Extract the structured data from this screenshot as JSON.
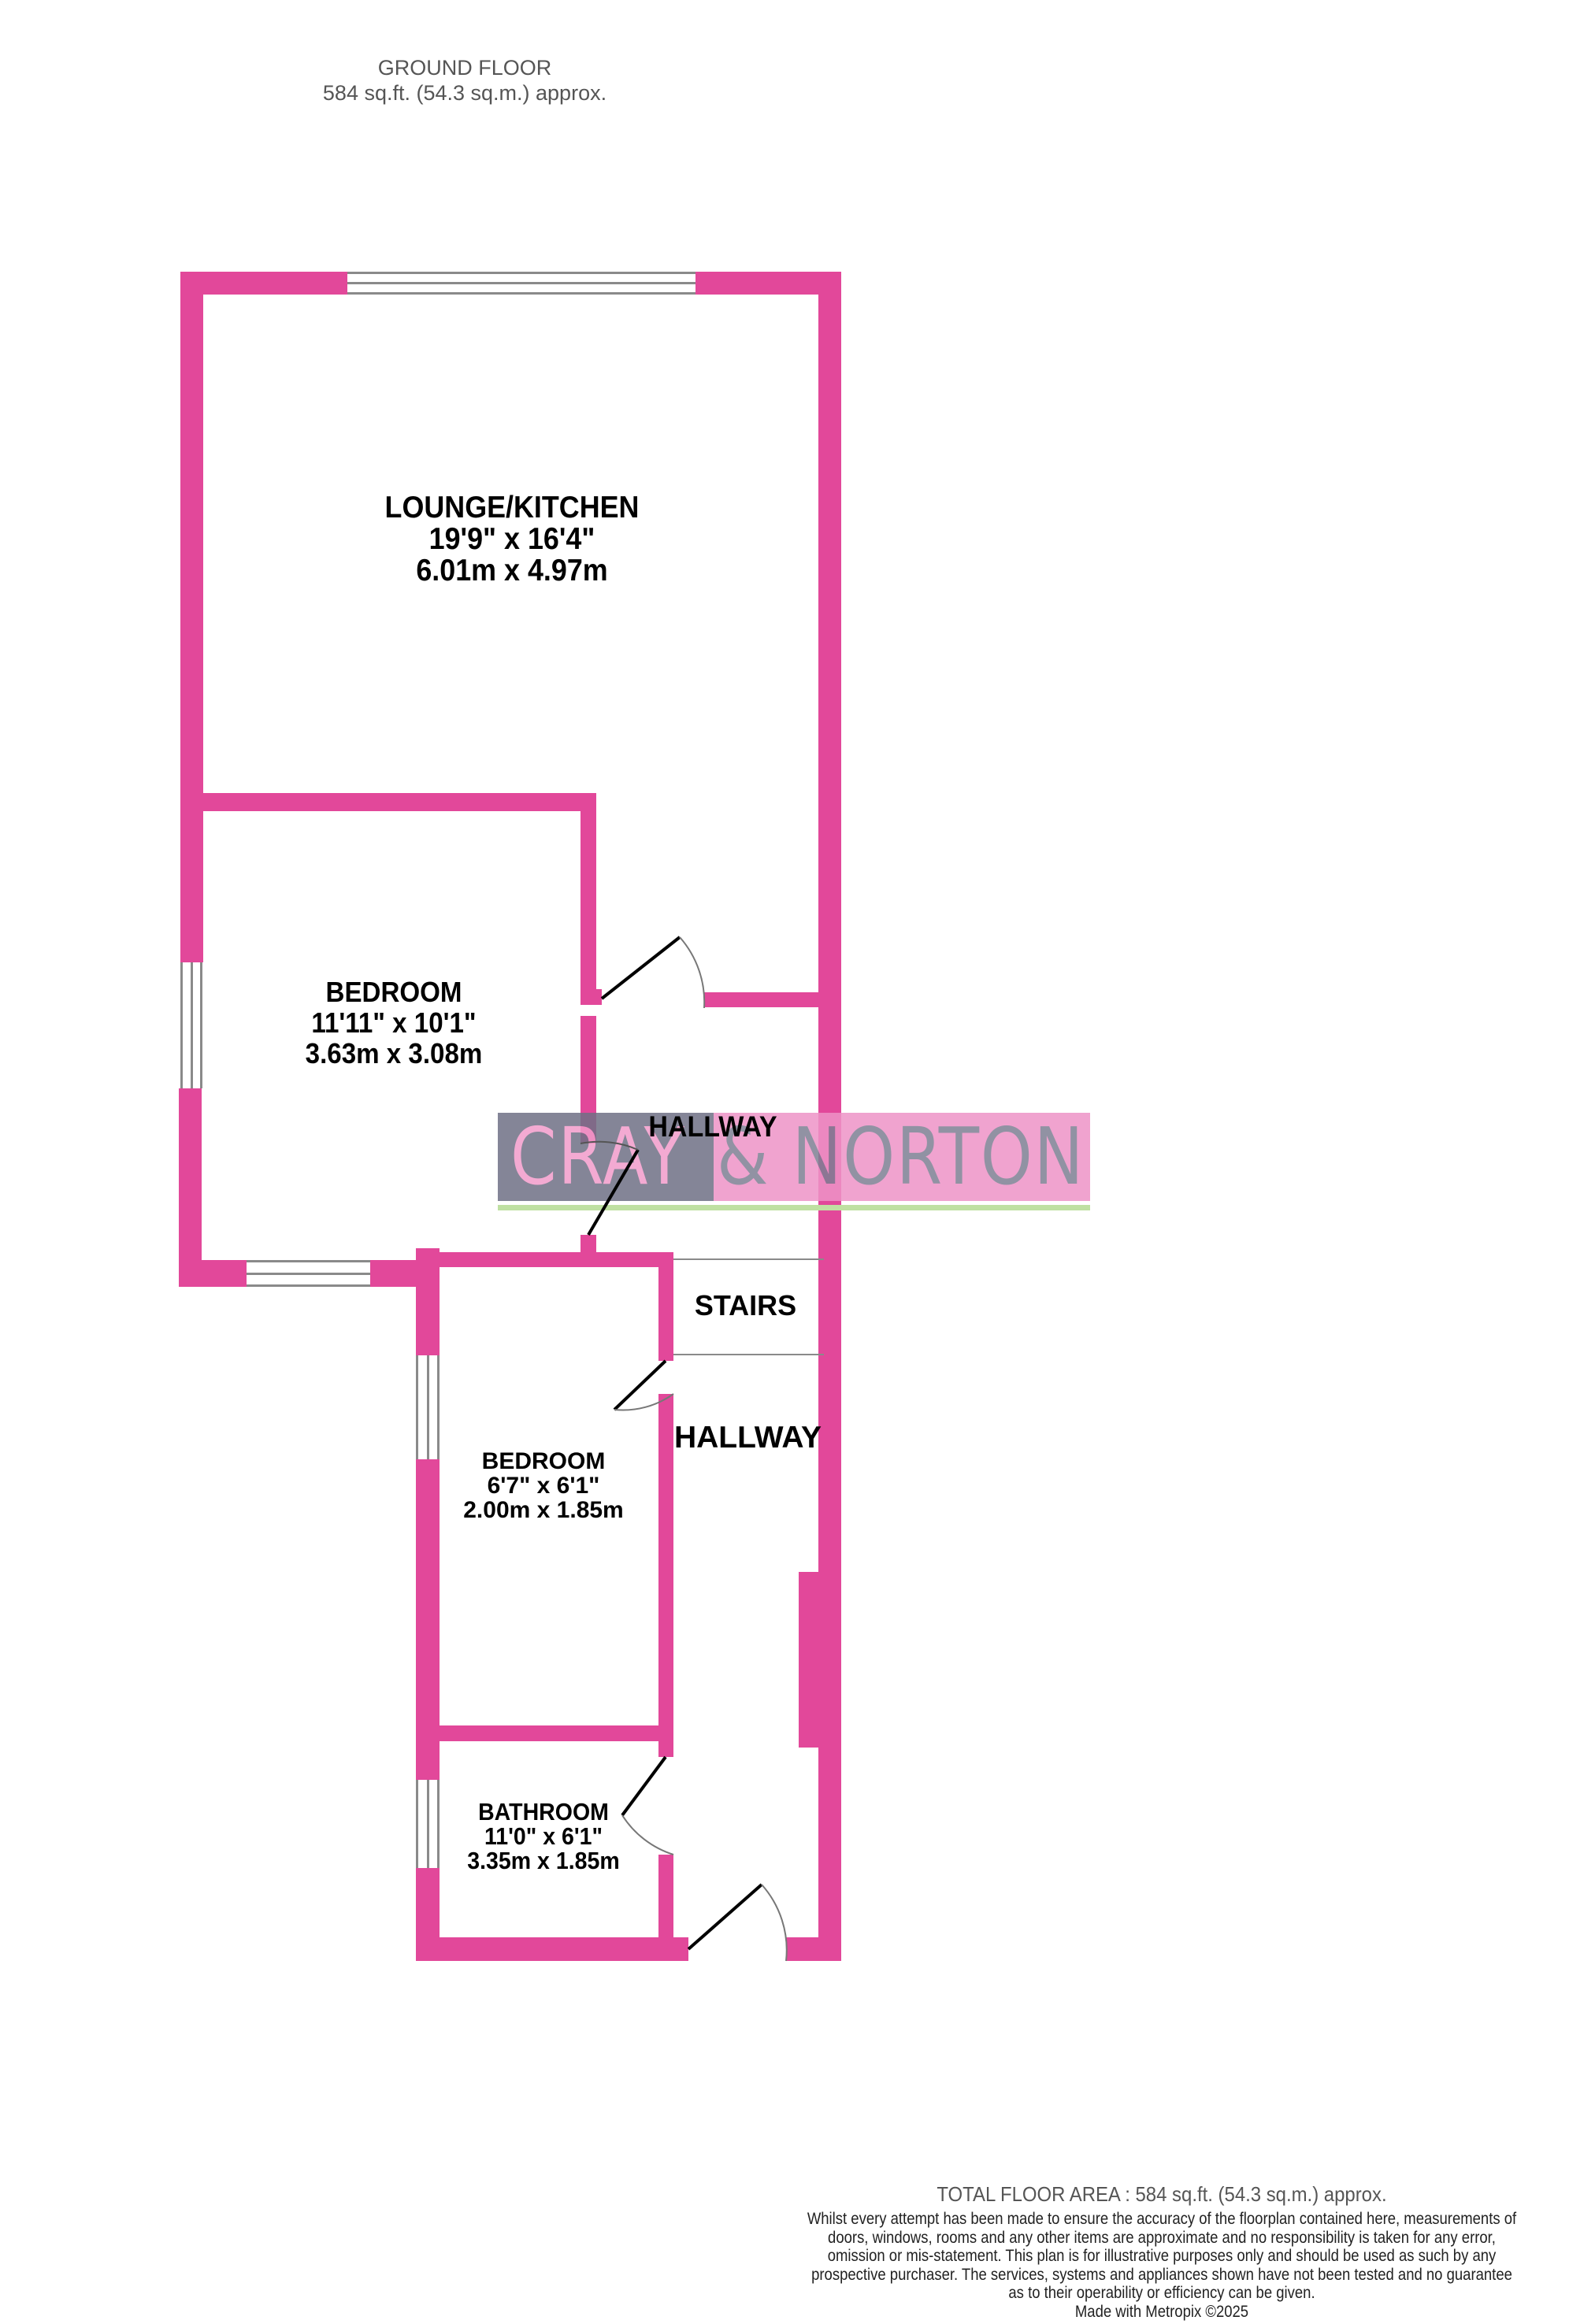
{
  "header": {
    "floor_name": "GROUND FLOOR",
    "floor_area": "584 sq.ft. (54.3 sq.m.) approx."
  },
  "colors": {
    "wall": "#e2489a",
    "window": "#8a8a8a",
    "logo_gray": "#6f7086",
    "logo_pink": "#ee94c7",
    "logo_line": "#bfe0a2"
  },
  "rooms": [
    {
      "name": "LOUNGE/KITCHEN",
      "imperial": "19'9\"  x 16'4\"",
      "metric": "6.01m  x 4.97m"
    },
    {
      "name": "BEDROOM",
      "imperial": "11'11\"  x 10'1\"",
      "metric": "3.63m  x 3.08m"
    },
    {
      "name": "BEDROOM",
      "imperial": "6'7\"  x 6'1\"",
      "metric": "2.00m  x 1.85m"
    },
    {
      "name": "BATHROOM",
      "imperial": "11'0\"  x 6'1\"",
      "metric": "3.35m  x 1.85m"
    }
  ],
  "labels": {
    "hallway_upper": "HALLWAY",
    "hallway_lower": "HALLWAY",
    "stairs": "STAIRS"
  },
  "logo": {
    "part1": "CRAY",
    "part2": "& NORTON"
  },
  "footer": {
    "total_area": "TOTAL FLOOR AREA : 584 sq.ft. (54.3 sq.m.) approx.",
    "disclaimer": "Whilst every attempt has been made to ensure the accuracy of the floorplan contained here, measurements of doors, windows, rooms and any other items are approximate and no responsibility is taken for any error, omission or mis-statement. This plan is for illustrative purposes only and should be used as such by any prospective purchaser. The services, systems and appliances shown have not been tested and no guarantee as to their operability or efficiency can be given.",
    "made_with": "Made with Metropix ©2025"
  }
}
